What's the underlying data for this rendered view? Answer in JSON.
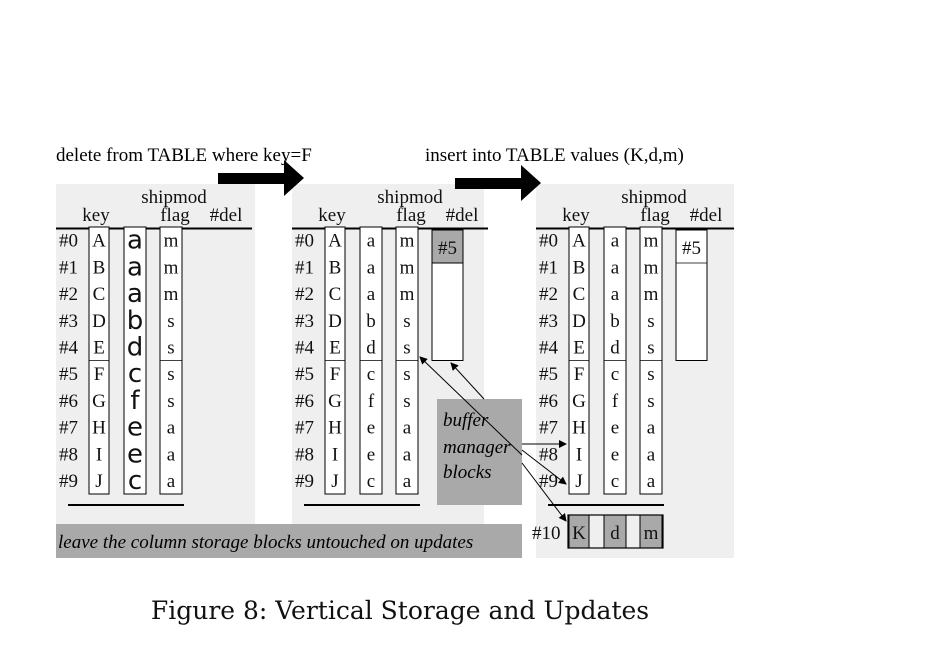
{
  "operations": {
    "delete_sql": "delete from TABLE where key=F",
    "insert_sql": "insert into TABLE values (K,d,m)"
  },
  "tables": [
    {
      "name": "shipmod",
      "headers": {
        "key": "key",
        "flag": "flag",
        "del": "#del"
      },
      "row_ids": [
        "#0",
        "#1",
        "#2",
        "#3",
        "#4",
        "#5",
        "#6",
        "#7",
        "#8",
        "#9"
      ],
      "key_values": [
        "A",
        "B",
        "C",
        "D",
        "E",
        "F",
        "G",
        "H",
        "I",
        "J"
      ],
      "col2_values": [
        "a",
        "a",
        "a",
        "b",
        "d",
        "c",
        "f",
        "e",
        "e",
        "c"
      ],
      "flag_values": [
        "m",
        "m",
        "m",
        "s",
        "s",
        "s",
        "s",
        "a",
        "a",
        "a"
      ],
      "del_values": []
    },
    {
      "name": "shipmod",
      "headers": {
        "key": "key",
        "flag": "flag",
        "del": "#del"
      },
      "row_ids": [
        "#0",
        "#1",
        "#2",
        "#3",
        "#4",
        "#5",
        "#6",
        "#7",
        "#8",
        "#9"
      ],
      "key_values": [
        "A",
        "B",
        "C",
        "D",
        "E",
        "F",
        "G",
        "H",
        "I",
        "J"
      ],
      "col2_values": [
        "a",
        "a",
        "a",
        "b",
        "d",
        "c",
        "f",
        "e",
        "e",
        "c"
      ],
      "flag_values": [
        "m",
        "m",
        "m",
        "s",
        "s",
        "s",
        "s",
        "a",
        "a",
        "a"
      ],
      "del_values": [
        "#5"
      ]
    },
    {
      "name": "shipmod",
      "headers": {
        "key": "key",
        "flag": "flag",
        "del": "#del"
      },
      "row_ids": [
        "#0",
        "#1",
        "#2",
        "#3",
        "#4",
        "#5",
        "#6",
        "#7",
        "#8",
        "#9"
      ],
      "key_values": [
        "A",
        "B",
        "C",
        "D",
        "E",
        "F",
        "G",
        "H",
        "I",
        "J"
      ],
      "col2_values": [
        "a",
        "a",
        "a",
        "b",
        "d",
        "c",
        "f",
        "e",
        "e",
        "c"
      ],
      "flag_values": [
        "m",
        "m",
        "m",
        "s",
        "s",
        "s",
        "s",
        "a",
        "a",
        "a"
      ],
      "del_values": [
        "#5"
      ],
      "insert_row": {
        "id": "#10",
        "values": [
          "K",
          "d",
          "m"
        ]
      }
    }
  ],
  "buffer_manager_label": [
    "buffer",
    "manager",
    "blocks"
  ],
  "footer_note": "leave the column storage blocks untouched on updates",
  "caption": "Figure 8: Vertical Storage and Updates",
  "colors": {
    "panel_bg": "#efefef",
    "block_bg": "#ffffff",
    "highlight_gray": "#a9a9a9",
    "text": "#111111"
  }
}
